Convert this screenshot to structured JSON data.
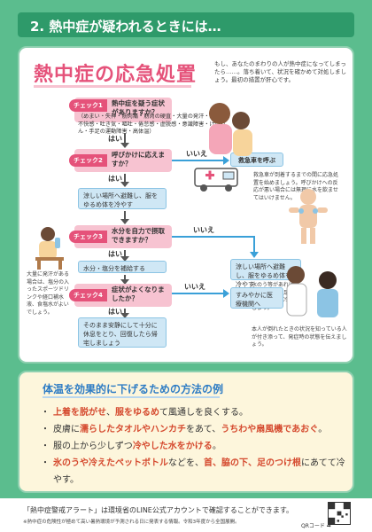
{
  "header": {
    "title": "2. 熱中症が疑われるときには…"
  },
  "main": {
    "title": "熱中症の応急処置",
    "intro": "もし、あなたのまわりの人が熱中症になってしまったら……。落ち着いて、状況を確かめて対処しましょう。最初の措置が肝心です。",
    "check1": {
      "tag": "チェック1",
      "question": "熱中症を疑う症状がありますか？",
      "symptoms": "（めまい・失神・筋肉痛・筋肉の硬直・大量の発汗・頭痛・不快感・吐き気・嘔吐・倦怠感・虚脱感・意識障害・けいれん・手足の運動障害・高体温）"
    },
    "check2": {
      "tag": "チェック2",
      "question": "呼びかけに応えますか？"
    },
    "check3": {
      "tag": "チェック3",
      "question": "水分を自力で摂取できますか？"
    },
    "check4": {
      "tag": "チェック4",
      "question": "症状がよくなりましたか？"
    },
    "yes_label": "はい",
    "no_label": "いいえ",
    "action_cool": "涼しい場所へ避難し、服をゆるめ体を冷やす",
    "action_water": "水分・塩分を補給する",
    "action_rest": "そのまま安静にして十分に休息をとり、回復したら帰宅しましょう",
    "action_ambulance": "救急車を呼ぶ",
    "ambulance_note": "救急車が到着するまでの間に応急処置を始めましょう。呼びかけへの反応が悪い場合には無理に水を飲ませてはいけません。",
    "action_cool_right": "涼しい場所へ避難し、服をゆるめ体を冷やす",
    "cool_note": "氷のう等があれば、首、脇の下、足のつけ根を集中的に冷やしましょう。",
    "action_hospital": "すみやかに医療機関へ",
    "hospital_note": "本人が倒れたときの状況を知っている人が付き添って、発症時の状態を伝えましょう。",
    "left_note": "大量に発汗がある場合は、塩分の入ったスポーツドリンクや経口補水液、食塩水がよいでしょう。"
  },
  "methods": {
    "title": "体温を効果的に下げるための方法の例",
    "items": [
      {
        "pre": "",
        "bold1": "上着を脱がせ",
        "mid": "、",
        "bold2": "服をゆるめ",
        "post": "て風通しを良くする。"
      },
      {
        "pre": "皮膚に",
        "bold1": "濡らしたタオルやハンカチ",
        "mid": "をあて、",
        "bold2": "うちわや扇風機であおぐ",
        "post": "。"
      },
      {
        "pre": "服の上から少しずつ",
        "bold1": "冷やした水をかける",
        "mid": "",
        "bold2": "",
        "post": "。"
      },
      {
        "pre": "",
        "bold1": "氷のうや冷えたペットボトル",
        "mid": "などを、",
        "bold2": "首、脇の下、足のつけ根",
        "post": "にあてて冷やす。"
      }
    ]
  },
  "footer": {
    "main": "「熱中症警戒アラート」は環境省のLINE公式アカウントで確認することができます。",
    "note": "※熱中症の危険性が極めて高い暑熱環境が予測される日に発表する情報。令和3年度から全国展開。",
    "qr_label": "QRコード ➡"
  },
  "colors": {
    "green": "#5bbd8e",
    "pink": "#e5527a",
    "blue": "#3aa0d8"
  }
}
